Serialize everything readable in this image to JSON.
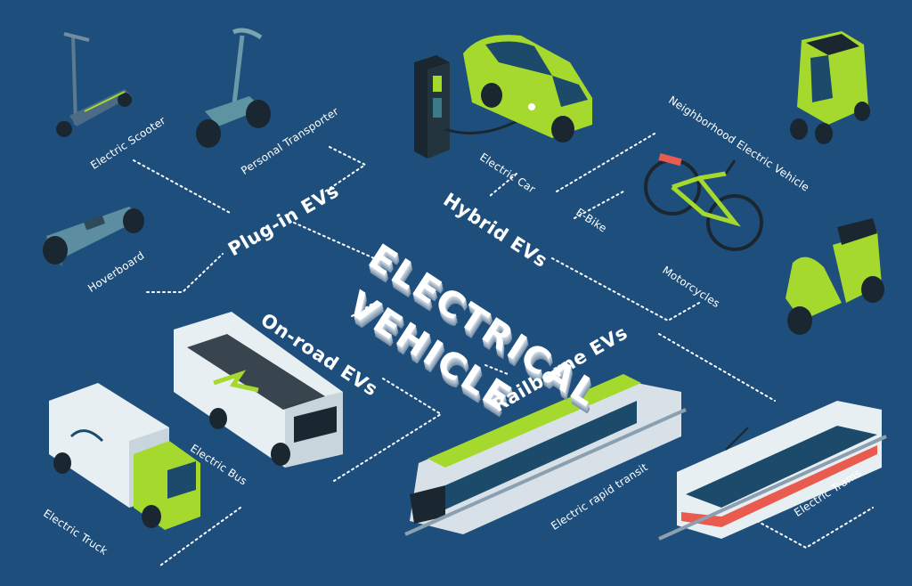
{
  "title": {
    "line1": "ELECTRICAL",
    "line2": "VEHICLE"
  },
  "categories": {
    "plug_in": "Plug-in EVs",
    "hybrid": "Hybrid EVs",
    "on_road": "On-road EVs",
    "railborne": "Railborne EVs"
  },
  "vehicles": {
    "electric_scooter": "Electric Scooter",
    "personal_transporter": "Personal  Transporter",
    "hoverboard": "Hoverboard",
    "electric_car": "Electric Car",
    "neighborhood_ev": "Neighborhood Electric Vehicle",
    "e_bike": "E-Bike",
    "motorcycles": "Motorcycles",
    "electric_bus": "Electric Bus",
    "electric_truck": "Electric Truck",
    "electric_rapid_transit": "Electric rapid transit",
    "electric_trams": "Electric Trams"
  },
  "colors": {
    "background": "#1e4f7c",
    "accent_green": "#a6d92e",
    "label_white": "#ffffff",
    "dotted_line": "#ffffff"
  }
}
